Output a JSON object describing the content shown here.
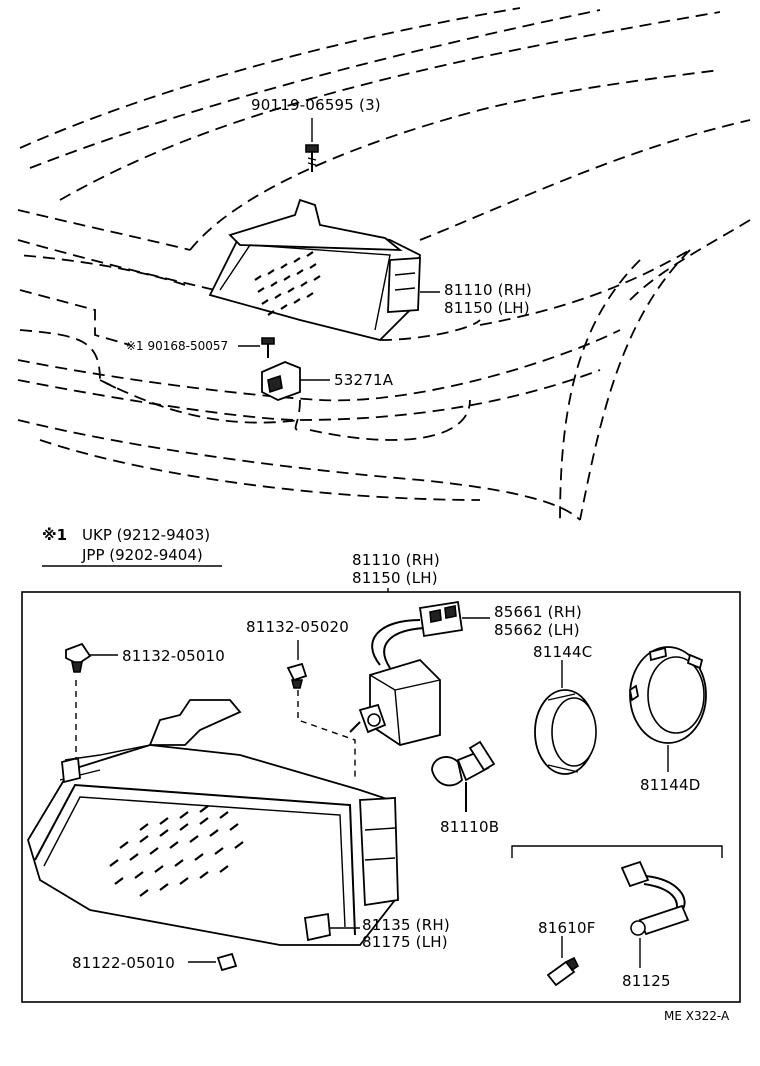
{
  "top_labels": {
    "bolt": "90119-06595 (3)",
    "headlamp_rh": "81110 (RH)",
    "headlamp_lh": "81150 (LH)",
    "screw": "※1 90168-50057",
    "bracket": "53271A"
  },
  "note": {
    "mark": "※1",
    "line1": "UKP (9212-9403)",
    "line2": "JPP  (9202-9404)"
  },
  "assembly_labels": {
    "headlamp_rh": "81110 (RH)",
    "headlamp_lh": "81150 (LH)",
    "clip_left": "81132-05010",
    "clip_center": "81132-05020",
    "connector_rh": "85661 (RH)",
    "connector_lh": "85662 (LH)",
    "cover_c": "81144C",
    "cover_d": "81144D",
    "bulb": "81110B",
    "side_rh": "81135 (RH)",
    "side_lh": "81175 (LH)",
    "grommet": "81122-05010",
    "small_bulb": "81610F",
    "socket": "81125"
  },
  "figure_code": "ME X322-A"
}
